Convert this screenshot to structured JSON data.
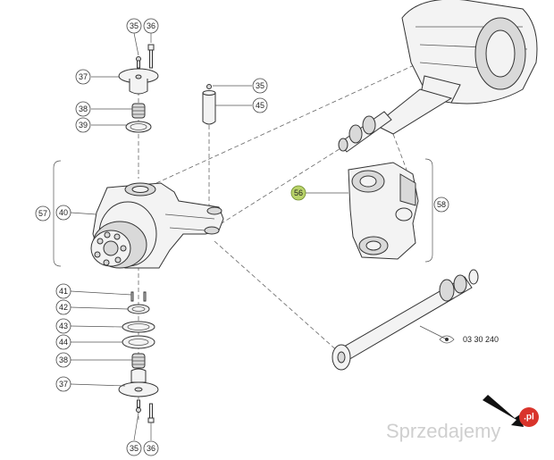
{
  "callouts": {
    "c35_top": "35",
    "c36_top": "36",
    "c37_top": "37",
    "c38_top": "38",
    "c39": "39",
    "c35_pin": "35",
    "c45": "45",
    "c57": "57",
    "c40": "40",
    "c56": "56",
    "c58": "58",
    "c41": "41",
    "c42": "42",
    "c43": "43",
    "c44": "44",
    "c38_bot": "38",
    "c37_bot": "37",
    "c35_bot": "35",
    "c36_bot": "36"
  },
  "reference": "03 30 240",
  "watermark": {
    "text": "Sprzedajemy",
    "badge": ".pl"
  },
  "colors": {
    "highlight_callout": "#b9d36a",
    "badge": "#d9342b"
  }
}
